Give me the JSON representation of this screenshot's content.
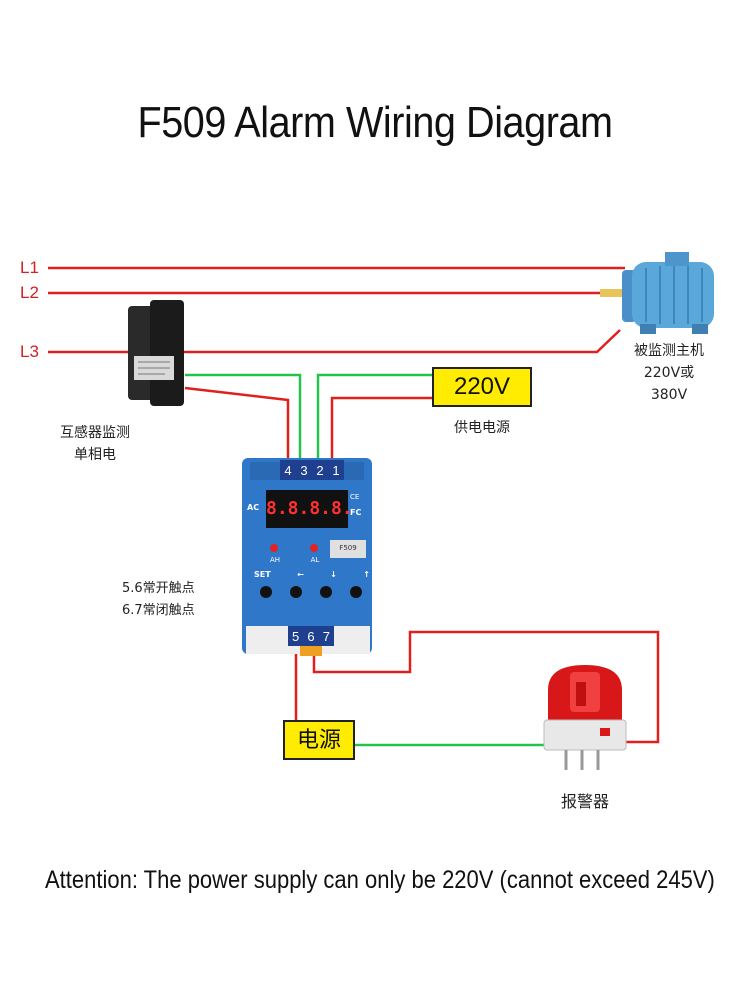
{
  "title": "F509 Alarm Wiring Diagram",
  "lines": [
    "L1",
    "L2",
    "L3"
  ],
  "motor_label": [
    "被监测主机",
    "220V或",
    "380V"
  ],
  "ct_label": [
    "互感器监测",
    "单相电"
  ],
  "power_box": "220V",
  "power_caption": "供电电源",
  "top_terminals": [
    "4",
    "3",
    "2",
    "1"
  ],
  "bottom_terminals": [
    "5",
    "6",
    "7"
  ],
  "display_digits": "8.8.8.8.",
  "module": {
    "ac": "AC",
    "ce": "CE",
    "fc": "FC",
    "brand": "F509",
    "led_ah": "AH",
    "led_al": "AL",
    "btn_set": "SET",
    "btn_left": "←",
    "btn_down": "↓",
    "btn_up": "↑"
  },
  "contacts_label": [
    "5.6常开触点",
    "6.7常闭触点"
  ],
  "supply_box": "电源",
  "alarm_label": "报警器",
  "attention": "Attention: The power supply can only be 220V (cannot exceed 245V)",
  "colors": {
    "live": "#e0201f",
    "neutral": "#27c24c",
    "module": "#2f77c8",
    "box": "#ffec00"
  }
}
